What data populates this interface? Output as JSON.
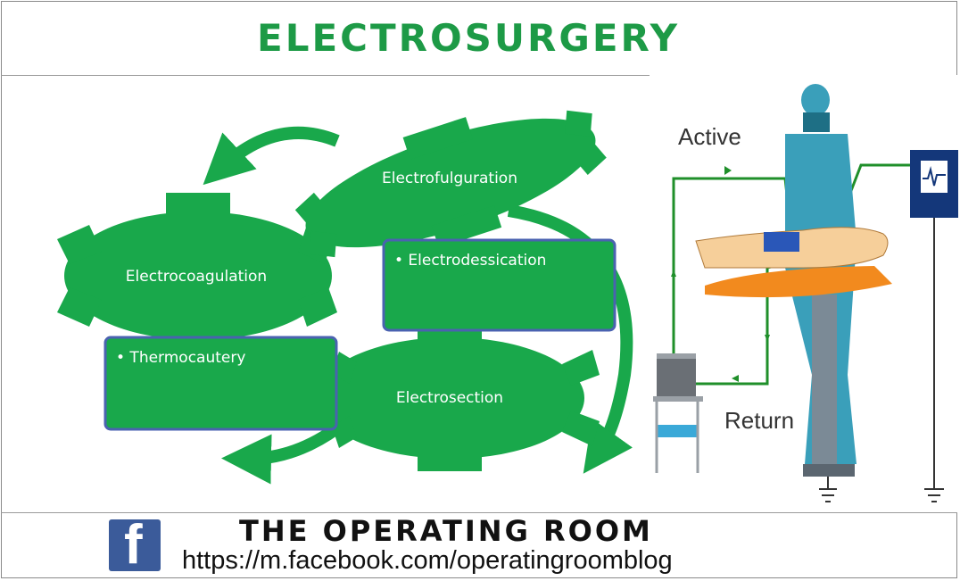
{
  "header": {
    "title": "ELECTROSURGERY"
  },
  "diagram": {
    "nodes": {
      "electrofulguration": "Electrofulguration",
      "electrocoagulation": "Electrocoagulation",
      "electrosection": "Electrosection"
    },
    "boxes": {
      "electrodessication": "• Electrodessication",
      "thermocautery": "• Thermocautery"
    },
    "colors": {
      "gear": "#19a84b",
      "box_border": "#4a62b0",
      "wire": "#1f8f2a",
      "drape": "#f28a1e",
      "staff": "#3a9fba",
      "monitor": "#14377a"
    }
  },
  "illustration": {
    "active_label": "Active",
    "return_label": "Return"
  },
  "footer": {
    "brand": "THE OPERATING ROOM",
    "url": "https://m.facebook.com/operatingroomblog",
    "facebook_glyph": "f"
  }
}
